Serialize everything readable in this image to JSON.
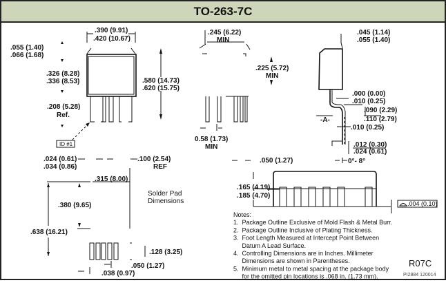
{
  "title": "TO-263-7C",
  "front_view": {
    "width_top": ".390 (9.91)",
    "width_bottom": ".420 (10.67)",
    "tab_top": ".055 (1.40)",
    "tab_bottom": ".066 (1.68)",
    "body_top": ".326 (8.28)",
    "body_bottom": ".336 (8.53)",
    "lead_len": ".208 (5.28)",
    "lead_len_note": "Ref.",
    "height_top": ".580 (14.73)",
    "height_bottom": ".620 (15.75)",
    "id_label": "ID #1",
    "lead_w_top": ".024 (0.61)",
    "lead_w_bottom": ".034 (0.86)",
    "pitch": ".100 (2.54)",
    "pitch_note": "REF"
  },
  "bottom_view": {
    "width": ".245 (6.22)",
    "width_note": "MIN",
    "height": ".225 (5.72)",
    "height_note": "MIN",
    "gap": "0.58 (1.73)",
    "gap_note": "MIN",
    "pitch": ".050 (1.27)"
  },
  "side_view": {
    "tab_top": ".045 (1.14)",
    "tab_bottom": ".055 (1.40)",
    "standoff_top": ".000 (0.00)",
    "standoff_bottom": ".010 (0.25)",
    "height_top": ".090 (2.29)",
    "height_bottom": ".110 (2.79)",
    "datum": "-A-",
    "foot": ".010 (0.25)",
    "lead_t_top": ".012 (0.30)",
    "lead_t_bottom": ".024 (0.61)",
    "angle": "0°- 8°"
  },
  "end_view": {
    "height_top": ".165 (4.19)",
    "height_bottom": ".185 (4.70)",
    "coplanarity": ".004 (0.10)"
  },
  "solder_pad": {
    "label_line1": "Solder Pad",
    "label_line2": "Dimensions",
    "width": ".315 (8.00)",
    "pad_height": ".380 (9.65)",
    "total_height": ".638 (16.21)",
    "lead_pad_h": ".128 (3.25)",
    "pitch": ".050 (1.27)",
    "lead_pad_w": ".038 (0.97)"
  },
  "notes": {
    "heading": "Notes:",
    "items": [
      "1.  Package Outline Exclusive of Mold Flash & Metal Burr.",
      "2.  Package Outline Inclusive of Plating Thickness.",
      "3.  Foot Length Measured at Intercept Point Between",
      "     Datum A Lead Surface.",
      "4.  Controlling Dimensions are in Inches. Millimeter",
      "     Dimensions are shown in Parentheses.",
      "5.  Minimum metal to metal spacing at the package body",
      "     for the omitted pin locations is .068 in. (1.73 mm)."
    ]
  },
  "drawing_code": "R07C",
  "drawing_number": "PI2884 120014",
  "colors": {
    "title_bar": "#cdd6b8",
    "border": "#222222"
  }
}
